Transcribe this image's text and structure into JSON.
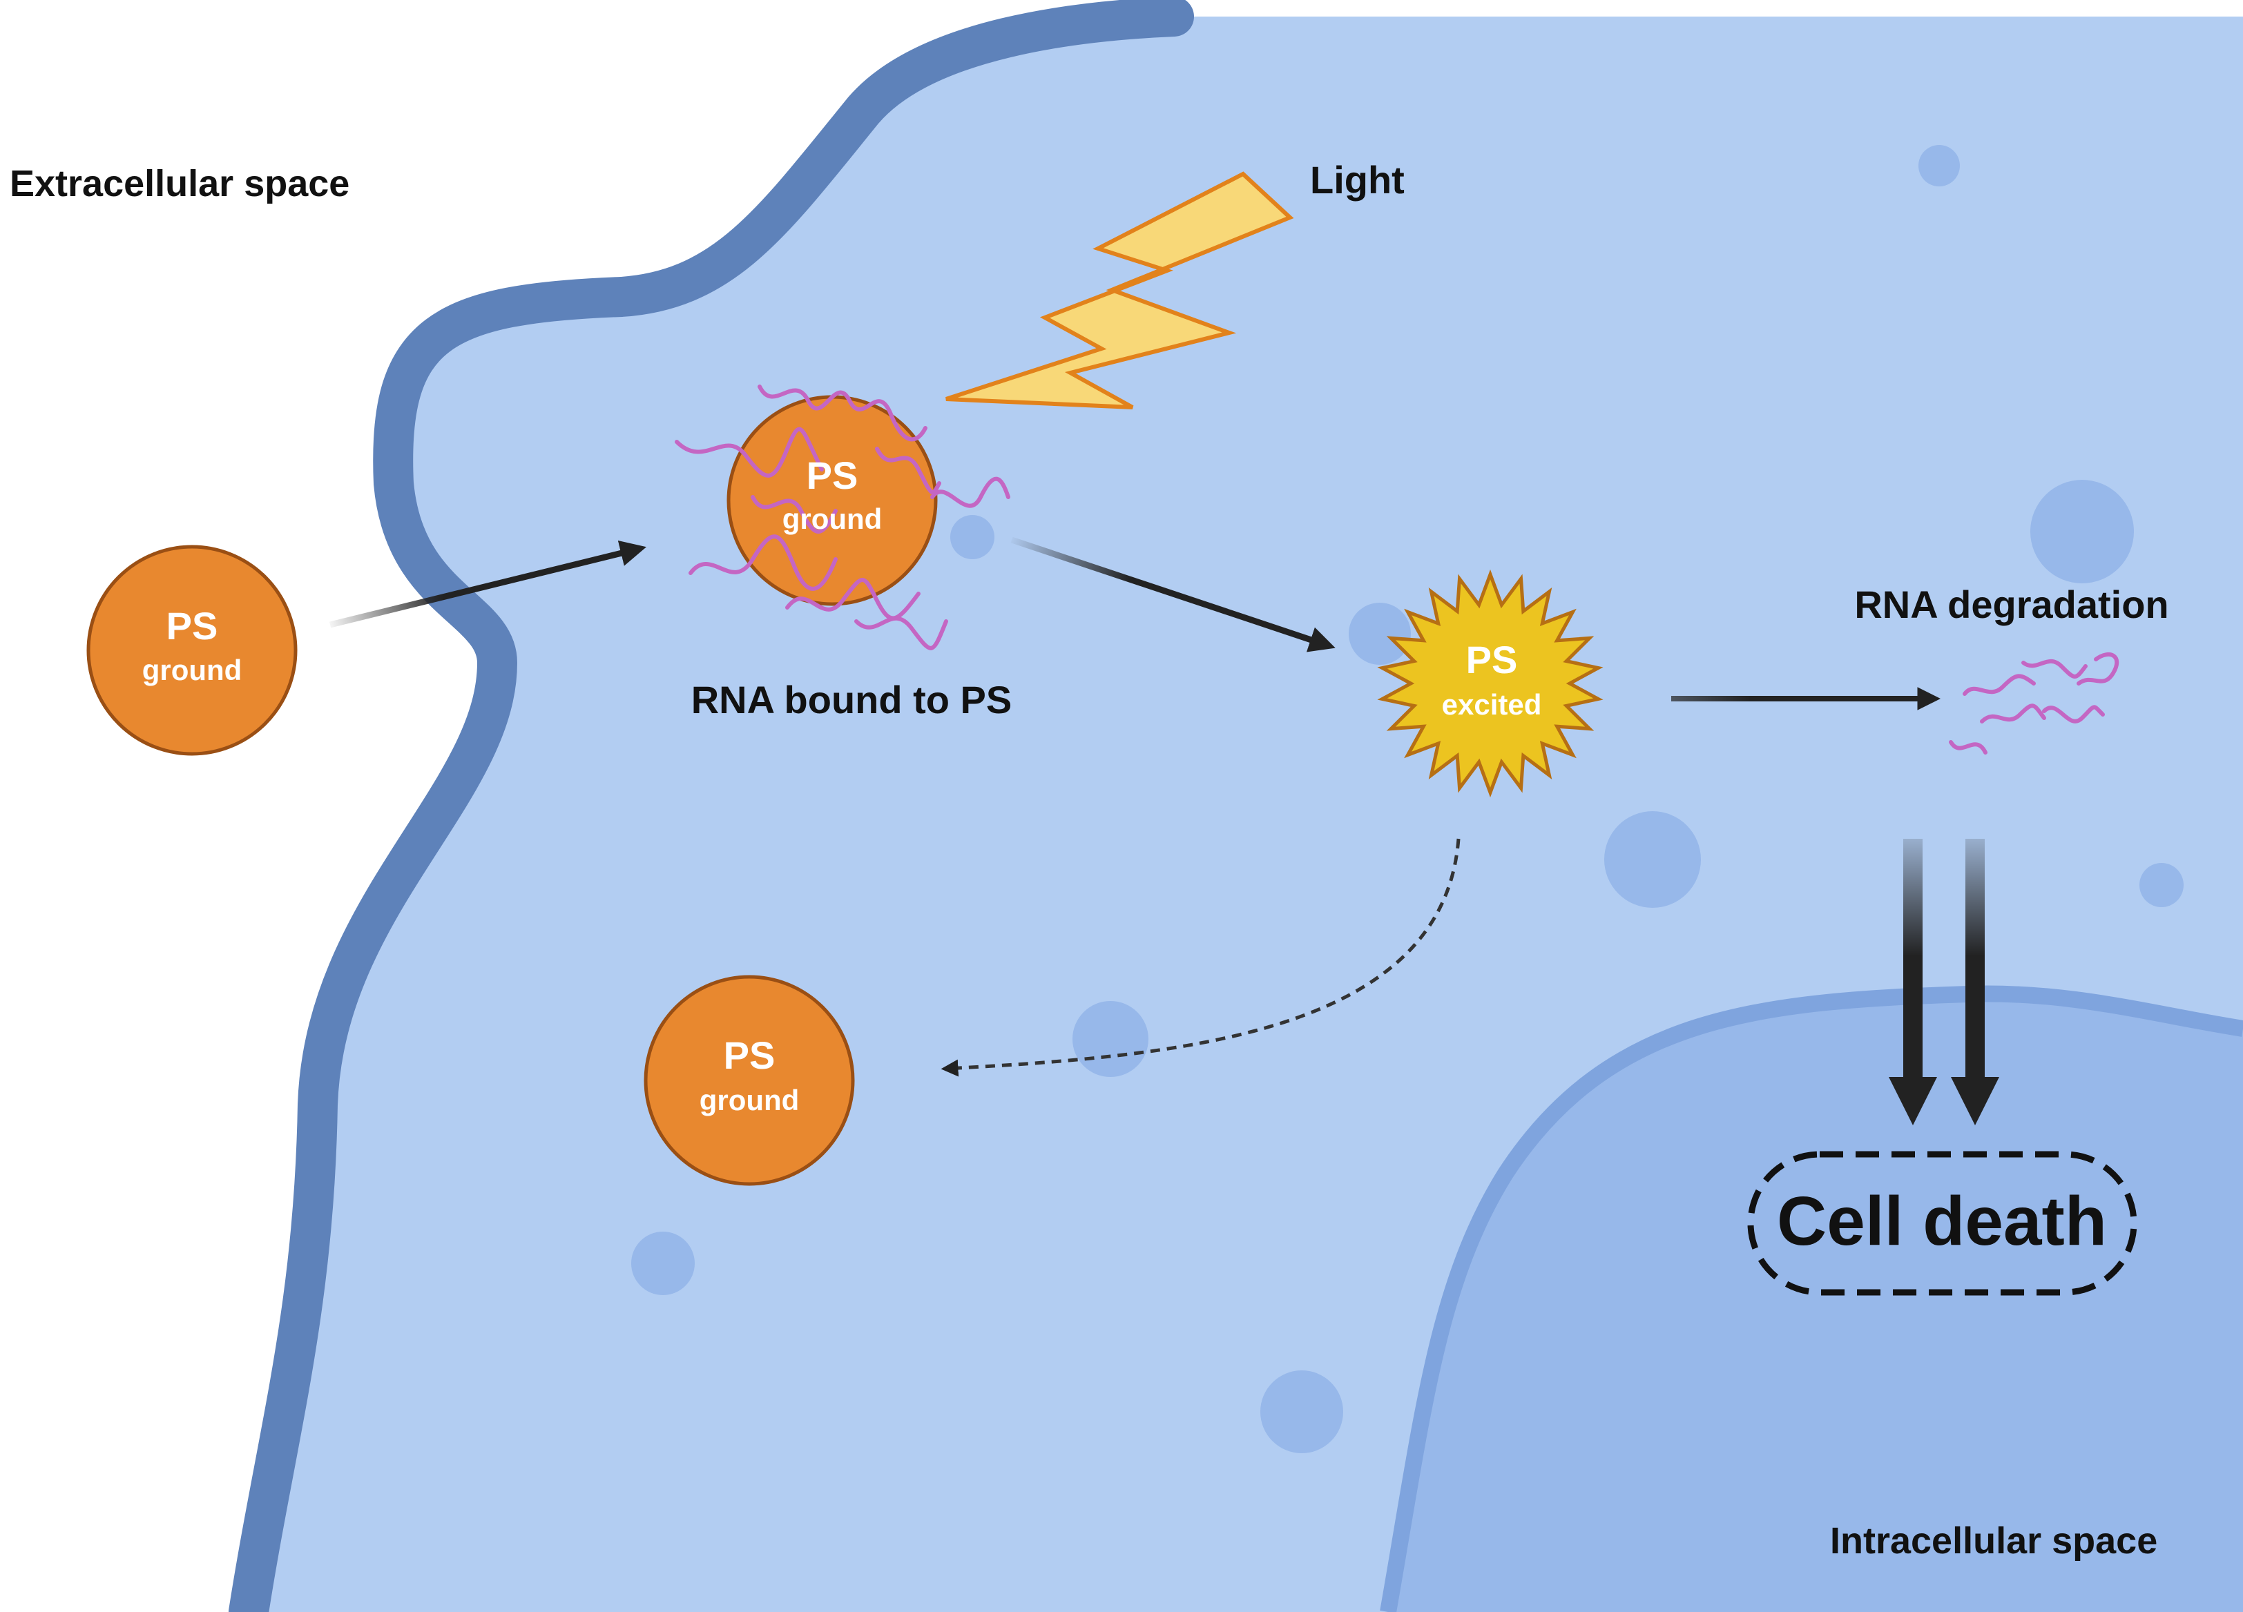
{
  "labels": {
    "extracellular": "Extracellular space",
    "intracellular": "Intracellular space",
    "light": "Light",
    "rna_bound": "RNA bound to PS",
    "rna_degradation": "RNA degradation",
    "cell_death": "Cell death"
  },
  "ps_outside": {
    "title": "PS",
    "state": "ground"
  },
  "ps_bound": {
    "title": "PS",
    "state": "ground"
  },
  "ps_excited": {
    "title": "PS",
    "state": "excited"
  },
  "ps_returned": {
    "title": "PS",
    "state": "ground"
  },
  "colors": {
    "cytoplasm": "#b2cdf2",
    "membrane": "#5e82ba",
    "nucleus": "#97b8ea",
    "nucleus_membrane": "#7fa4de",
    "vesicle": "#97b8ea",
    "ps_orange": "#e8882f",
    "ps_stroke": "#9a4f14",
    "excited_yellow": "#ecc420",
    "excited_stroke": "#b66f14",
    "lightning_fill": "#f8d878",
    "lightning_stroke": "#e2821b",
    "rna": "#c466c3",
    "arrow": "#222222"
  }
}
